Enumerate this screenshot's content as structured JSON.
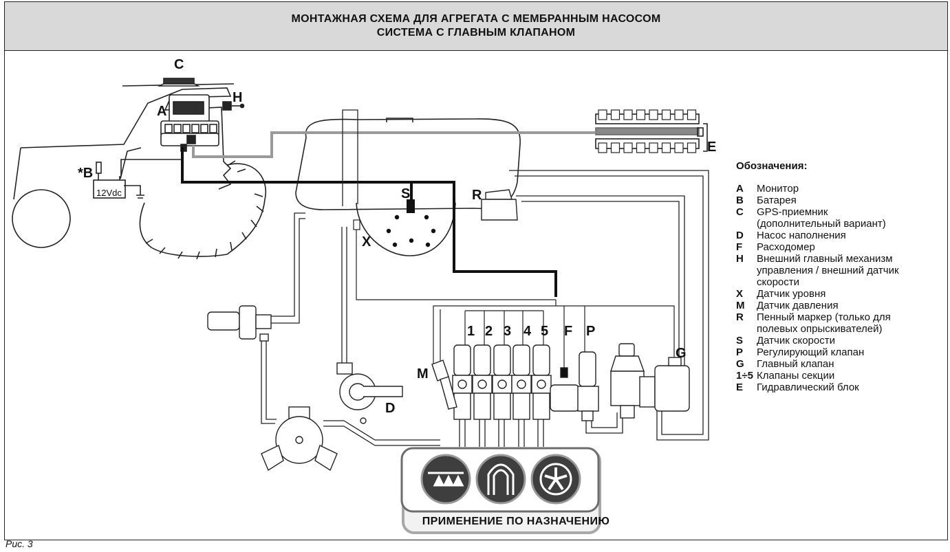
{
  "header": {
    "line1": "МОНТАЖНАЯ СХЕМА ДЛЯ АГРЕГАТА С МЕМБРАННЫМ НАСОСОМ",
    "line2": "СИСТЕМА С ГЛАВНЫМ КЛАПАНОМ"
  },
  "caption": "Рис. 3",
  "diagram_labels": {
    "A": "A",
    "B": "*B",
    "C": "C",
    "D": "D",
    "E": "E",
    "F": "F",
    "G": "G",
    "H": "H",
    "M": "M",
    "P": "P",
    "R": "R",
    "S": "S",
    "X": "X",
    "s1": "1",
    "s2": "2",
    "s3": "3",
    "s4": "4",
    "s5": "5",
    "battery": "12Vdc"
  },
  "legend": {
    "title": "Обозначения:",
    "items": [
      {
        "key": "A",
        "text": "Монитор"
      },
      {
        "key": "B",
        "text": "Батарея"
      },
      {
        "key": "C",
        "text": "GPS-приемник"
      },
      {
        "key": "",
        "text": "(дополнительный вариант)"
      },
      {
        "key": "D",
        "text": "Насос наполнения"
      },
      {
        "key": "F",
        "text": "Расходомер"
      },
      {
        "key": "H",
        "text": "Внешний главный механизм"
      },
      {
        "key": "",
        "text": "управления / внешний датчик"
      },
      {
        "key": "",
        "text": "скорости"
      },
      {
        "key": "X",
        "text": "Датчик уровня"
      },
      {
        "key": "M",
        "text": "Датчик давления"
      },
      {
        "key": "R",
        "text": "Пенный маркер (только для"
      },
      {
        "key": "",
        "text": "полевых опрыскивателей)"
      },
      {
        "key": "S",
        "text": "Датчик скорости"
      },
      {
        "key": "P",
        "text": "Регулирующий клапан"
      },
      {
        "key": "G",
        "text": "Главный клапан"
      },
      {
        "key": "1÷5",
        "text": "Клапаны секции"
      },
      {
        "key": "E",
        "text": "Гидравлический блок"
      }
    ]
  },
  "applications_label": "ПРИМЕНЕНИЕ ПО НАЗНАЧЕНИЮ",
  "application_icons": [
    "boom-sprayer-icon",
    "vineyard-sprayer-icon",
    "fan-sprayer-icon"
  ]
}
